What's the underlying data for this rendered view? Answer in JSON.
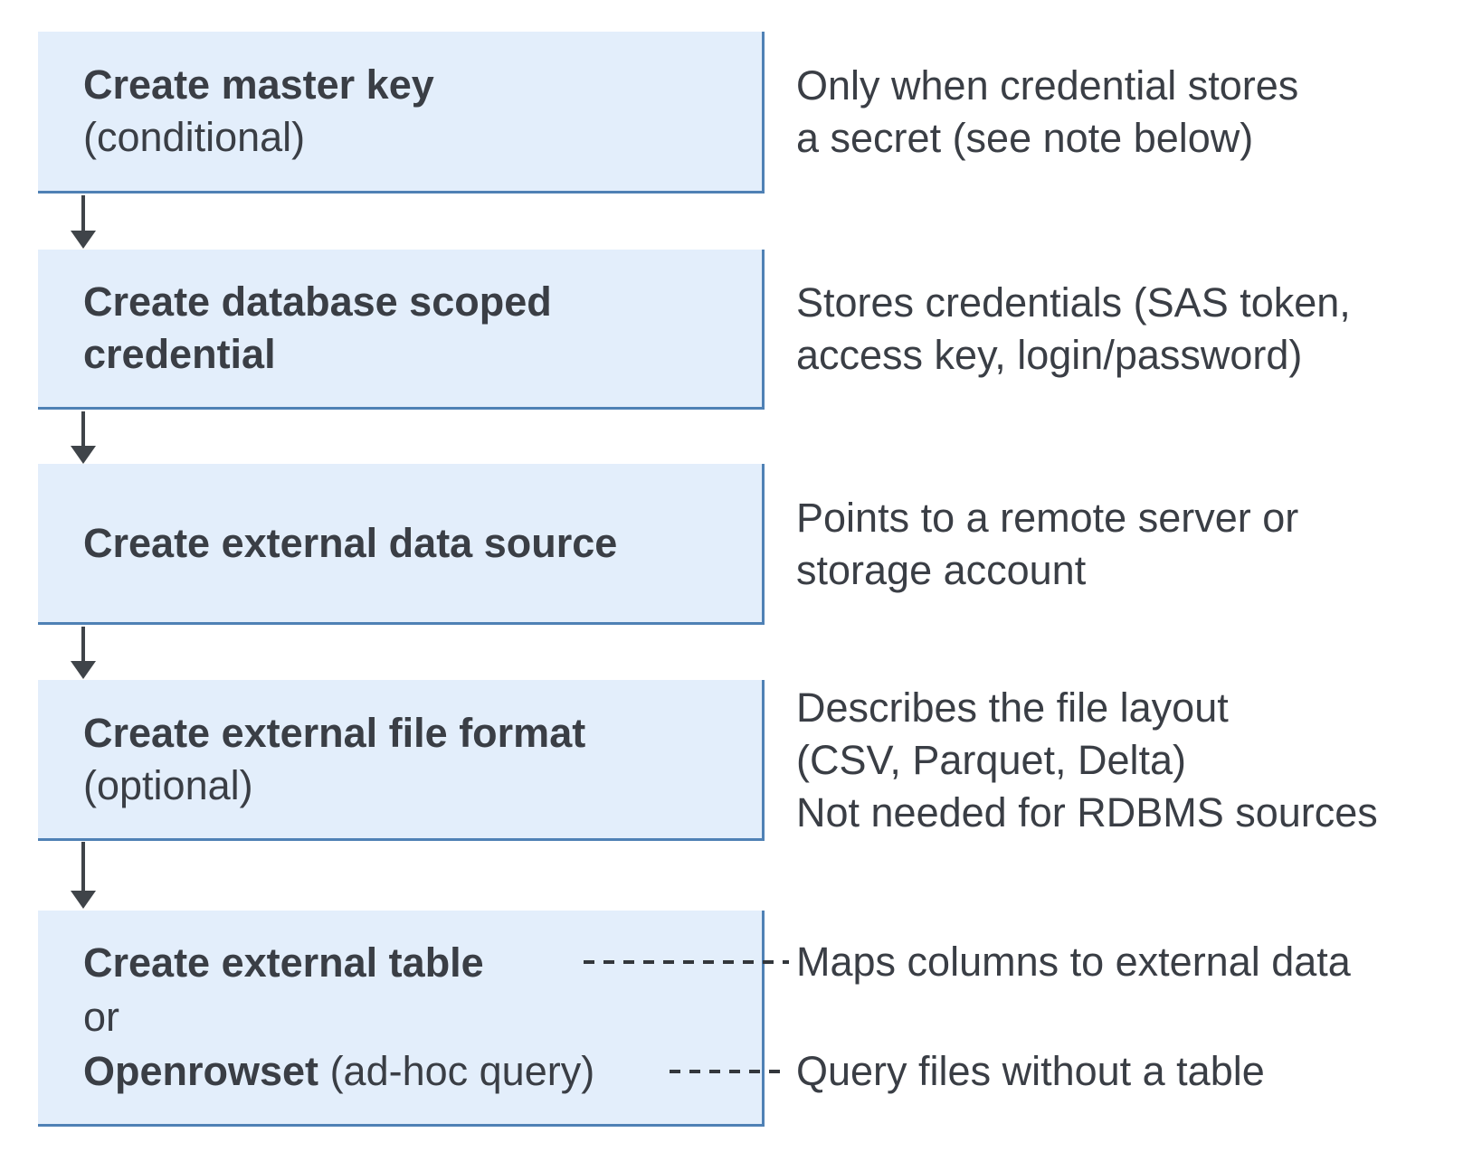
{
  "colors": {
    "box_fill": "#e3eefb",
    "box_border": "#4f81b5",
    "text": "#3a3e45",
    "arrow": "#3f4449",
    "dash": "#33373c"
  },
  "flow": {
    "steps": [
      {
        "title": "Create master key",
        "subtitle": "(conditional)",
        "note": "Only when credential stores\na secret (see note below)"
      },
      {
        "title": "Create database scoped\ncredential",
        "note": "Stores credentials (SAS token,\naccess key, login/password)"
      },
      {
        "title": "Create external data source",
        "note": "Points to a remote server or\nstorage account"
      },
      {
        "title": "Create external file format",
        "subtitle": "(optional)",
        "note": "Describes the file layout\n(CSV, Parquet, Delta)\nNot needed for RDBMS sources"
      },
      {
        "line1": "Create external table",
        "line2": "or",
        "line3_bold": "Openrowset",
        "line3_regular": "(ad-hoc query)",
        "note_table": "Maps columns to external data",
        "note_openrowset": "Query files without a table"
      }
    ]
  }
}
